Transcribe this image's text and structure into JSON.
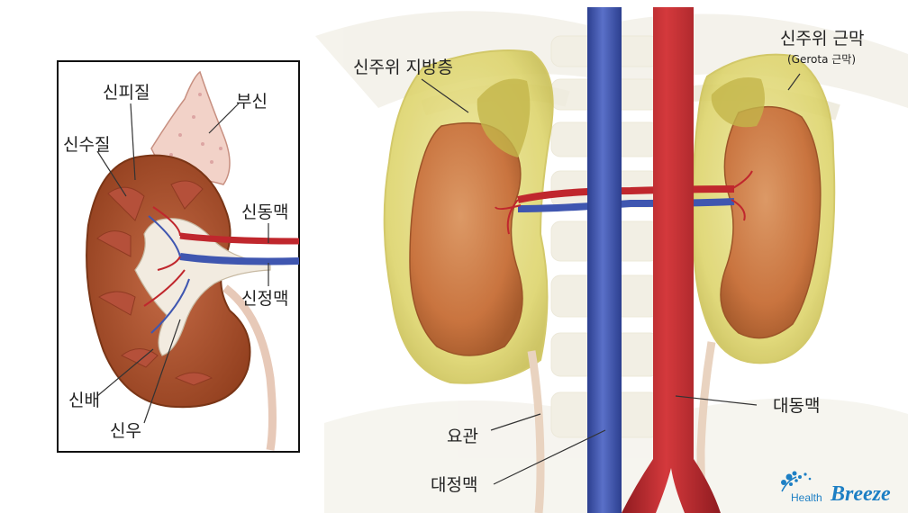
{
  "labels": {
    "renal_cortex": "신피질",
    "adrenal_gland": "부신",
    "renal_medulla": "신수질",
    "renal_artery": "신동맥",
    "renal_vein": "신정맥",
    "renal_pelvis": "신배",
    "renal_sinus": "신우",
    "perirenal_fat": "신주위 지방층",
    "gerota_fascia": "신주위 근막",
    "gerota_fascia_sub": "(Gerota 근막)",
    "aorta": "대동맥",
    "ureter": "요관",
    "vena_cava": "대정맥"
  },
  "logo": {
    "health": "Health",
    "breeze": "Breeze"
  },
  "colors": {
    "kidney": "#c9743f",
    "fat": "#e3dc7a",
    "artery": "#c0272d",
    "vein": "#3f56b0",
    "adrenal": "#f0c9c0",
    "brand": "#1d7fc4"
  }
}
